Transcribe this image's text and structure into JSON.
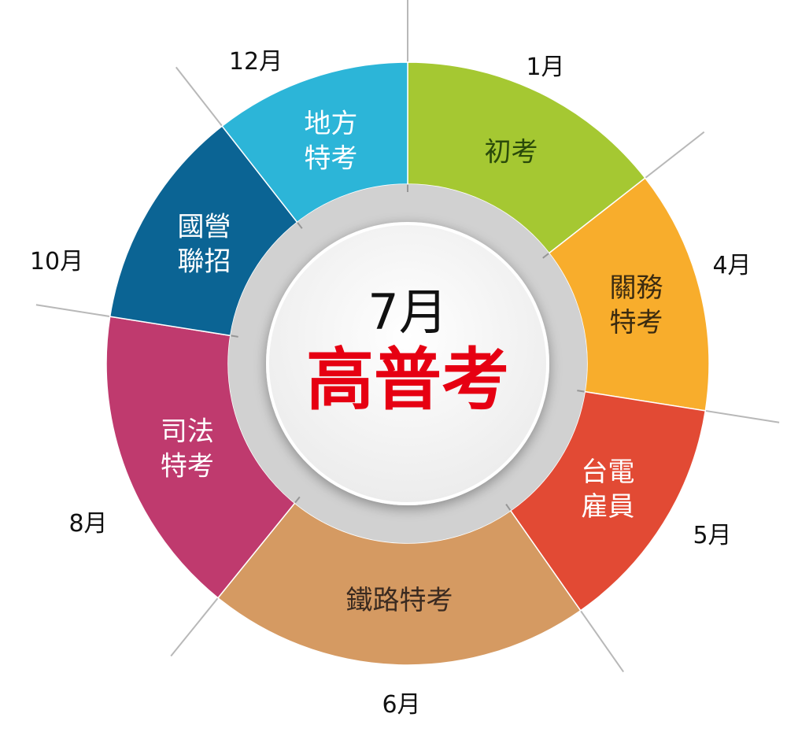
{
  "center": {
    "month": "7月",
    "exam": "高普考",
    "exam_color": "#e60012",
    "month_color": "#111111"
  },
  "segments": [
    {
      "id": "chukao",
      "lines": [
        "初考"
      ],
      "month": "1月",
      "color": "#a5c832",
      "text_color": "#2a4a0a"
    },
    {
      "id": "guanwu",
      "lines": [
        "關務",
        "特考"
      ],
      "month": "4月",
      "color": "#f8ad2c",
      "text_color": "#3a2a10"
    },
    {
      "id": "taidian",
      "lines": [
        "台電",
        "雇員"
      ],
      "month": "5月",
      "color": "#e24a34",
      "text_color": "#ffffff"
    },
    {
      "id": "tielu",
      "lines": [
        "鐵路特考"
      ],
      "month": "6月",
      "color": "#d59a62",
      "text_color": "#3a2a20"
    },
    {
      "id": "sifa",
      "lines": [
        "司法",
        "特考"
      ],
      "month": "8月",
      "color": "#bf3a6e",
      "text_color": "#ffffff"
    },
    {
      "id": "guoying",
      "lines": [
        "國營",
        "聯招"
      ],
      "month": "10月",
      "color": "#0b6494",
      "text_color": "#ffffff"
    },
    {
      "id": "difang",
      "lines": [
        "地方",
        "特考"
      ],
      "month": "12月",
      "color": "#2cb5d8",
      "text_color": "#ffffff"
    }
  ]
}
